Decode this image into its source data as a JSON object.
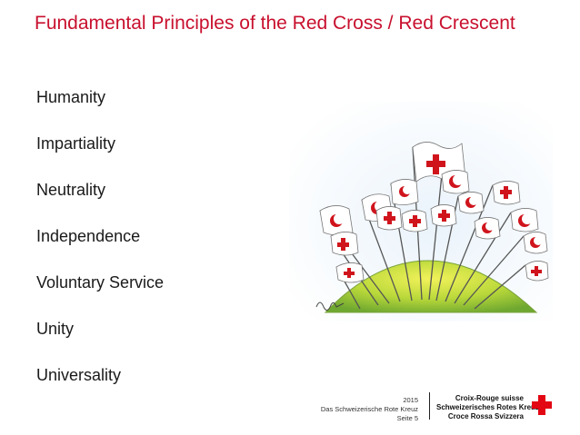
{
  "slide": {
    "title": "Fundamental  Principles of the Red Cross / Red Crescent",
    "principles": [
      "Humanity",
      "Impartiality",
      "Neutrality",
      "Independence",
      "Voluntary Service",
      "Unity",
      "Universality"
    ]
  },
  "illustration": {
    "description_icon": "flags-on-globe-illustration",
    "signature": "Balu"
  },
  "footer": {
    "year": "2015",
    "organization": "Das Schweizerische Rote Kreuz",
    "page": "Seite 5",
    "org_fr": "Croix-Rouge suisse",
    "org_de": "Schweizerisches Rotes Kreuz",
    "org_it": "Croce Rossa Svizzera"
  },
  "colors": {
    "accent": "#c8102e",
    "text": "#1a1a1a"
  }
}
